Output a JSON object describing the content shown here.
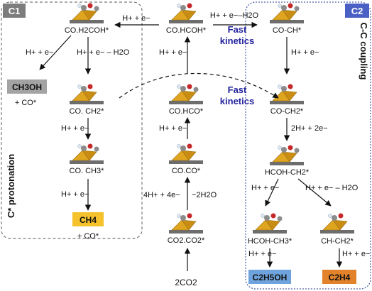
{
  "tags": {
    "c1": "C1",
    "c2": "C2"
  },
  "side_labels": {
    "c1": "C* protonation",
    "c2": "C-C coupling"
  },
  "species": {
    "co_h2coh": "CO.H2COH*",
    "co_hcoh": "CO.HCOH*",
    "co_ch": "CO-CH*",
    "co_ch2_c1": "CO. CH2*",
    "co_hco": "CO.HCO*",
    "co_ch2_c2": "CO-CH2*",
    "co_ch3": "CO. CH3*",
    "co_co": "CO.CO*",
    "hcoh_ch2": "HCOH-CH2*",
    "co2_co2": "CO2.CO2*",
    "hcoh_ch3": "HCOH-CH3*",
    "ch_ch2": "CH-CH2*",
    "start": "2CO2"
  },
  "steps": {
    "h_e": "H+ + e−",
    "h_e_h2o": "H+ + e− – H2O",
    "h_e_minus_h2o": "H+ + e−–H2O",
    "four_h": "4H+ + 4e−",
    "minus_2h2o": "−2H2O",
    "two_h": "2H+ + 2e−",
    "plus_co": "+ CO*"
  },
  "fast": {
    "line1": "Fast",
    "line2": "kinetics"
  },
  "products": {
    "ch3oh": "CH3OH",
    "ch4": "CH4",
    "c2h5oh": "C2H5OH",
    "c2h4": "C2H4"
  },
  "colors": {
    "c1_tag": "#7d7d7d",
    "c2_tag": "#4a60c4",
    "ch3oh_box": "#a3a3a3",
    "ch4_box": "#f5c22d",
    "c2h5oh_box": "#6fa3dd",
    "c2h4_box": "#e2822b",
    "fast_text": "#24249e",
    "cu_gold": "#e0a520",
    "oxygen_red": "#c6272a",
    "carbon_grey": "#8c8c8c",
    "hydrogen": "#dfe8f2"
  },
  "icons": [
    "c1-tag-icon",
    "c2-tag-icon",
    "catalyst-cluster-icon"
  ]
}
